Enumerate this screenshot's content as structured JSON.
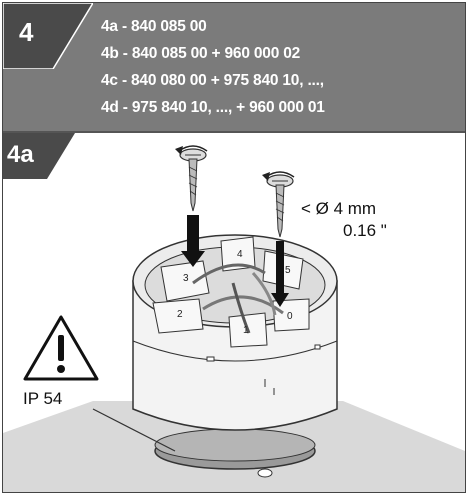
{
  "step": {
    "number": "4",
    "codes": [
      "4a - 840 085 00",
      "4b - 840 085 00 + 960 000 02",
      "4c - 840 080 00 + 975 840 10, ...,",
      "4d - 975 840 10, ...,  + 960 000 01"
    ]
  },
  "substep": {
    "label": "4a"
  },
  "illustration": {
    "screw_diameter_metric": "< Ø 4 mm",
    "screw_diameter_imperial": "0.16 \"",
    "protection_rating": "IP 54",
    "terminal_numbers": [
      "3",
      "4",
      "5",
      "2",
      "1",
      "0"
    ]
  },
  "colors": {
    "header_gray": "#7b7b7b",
    "tab_dark": "#4a4a4a",
    "floor_gray": "#d9d9d9",
    "base_gray": "#9a9a9a"
  }
}
